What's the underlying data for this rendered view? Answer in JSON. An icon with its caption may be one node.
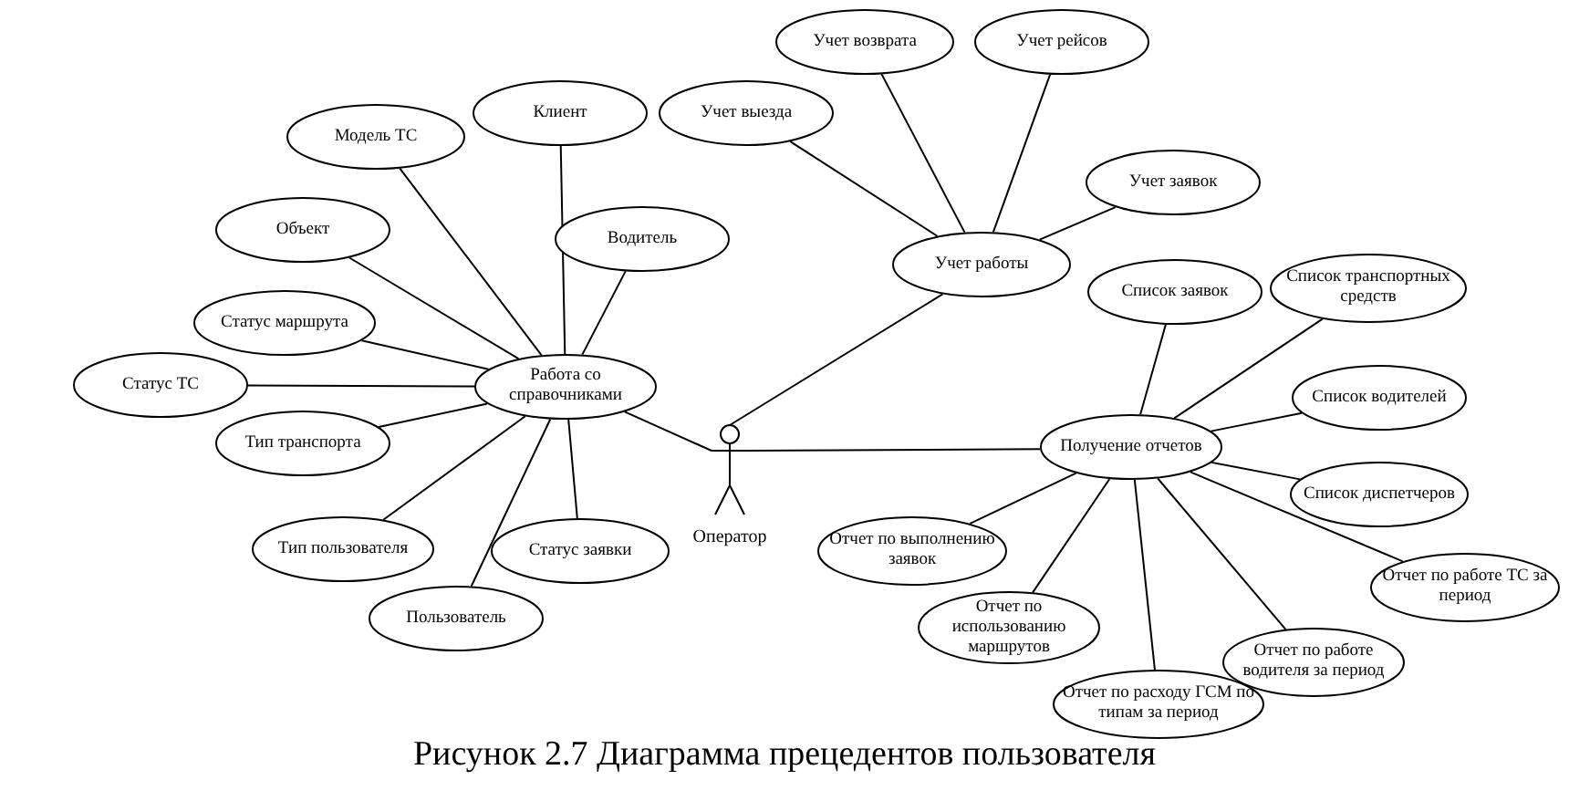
{
  "diagram": {
    "caption": "Рисунок 2.7 Диаграмма прецедентов пользователя",
    "nodes": [
      {
        "text": [
          "Оператор"
        ]
      },
      {
        "text": [
          "Работа со справочниками"
        ]
      },
      {
        "text": [
          "Модель ТС"
        ]
      },
      {
        "text": [
          "Клиент"
        ]
      },
      {
        "text": [
          "Объект"
        ]
      },
      {
        "text": [
          "Водитель"
        ]
      },
      {
        "text": [
          "Статус маршрута"
        ]
      },
      {
        "text": [
          "Статус ТС"
        ]
      },
      {
        "text": [
          "Тип транспорта"
        ]
      },
      {
        "text": [
          "Тип пользователя"
        ]
      },
      {
        "text": [
          "Статус заявки"
        ]
      },
      {
        "text": [
          "Пользователь"
        ]
      },
      {
        "text": [
          "Учет работы"
        ]
      },
      {
        "text": [
          "Учет выезда"
        ]
      },
      {
        "text": [
          "Учет возврата"
        ]
      },
      {
        "text": [
          "Учет рейсов"
        ]
      },
      {
        "text": [
          "Учет заявок"
        ]
      },
      {
        "text": [
          "Получение отчетов"
        ]
      },
      {
        "text": [
          "Список заявок"
        ]
      },
      {
        "text": [
          "Список транспортных средств"
        ]
      },
      {
        "text": [
          "Список водителей"
        ]
      },
      {
        "text": [
          "Список диспетчеров"
        ]
      },
      {
        "text": [
          "Отчет по выполнению заявок"
        ]
      },
      {
        "text": [
          "Отчет по использованию маршрутов"
        ]
      },
      {
        "text": [
          "Отчет по расходу ГСМ по типам за период"
        ]
      },
      {
        "text": [
          "Отчет по работе водителя за период"
        ]
      },
      {
        "text": [
          "Отчет по работе ТС за период"
        ]
      }
    ],
    "edges": [
      {
        "from": 0,
        "to": 1,
        "arrow": "none"
      },
      {
        "from": 0,
        "to": 12,
        "arrow": "none"
      },
      {
        "from": 0,
        "to": 17,
        "arrow": "none"
      },
      {
        "from": 1,
        "to": 2,
        "arrow": "none"
      },
      {
        "from": 1,
        "to": 3,
        "arrow": "none"
      },
      {
        "from": 1,
        "to": 4,
        "arrow": "none"
      },
      {
        "from": 1,
        "to": 5,
        "arrow": "none"
      },
      {
        "from": 1,
        "to": 6,
        "arrow": "none"
      },
      {
        "from": 1,
        "to": 7,
        "arrow": "none"
      },
      {
        "from": 1,
        "to": 8,
        "arrow": "none"
      },
      {
        "from": 1,
        "to": 9,
        "arrow": "none"
      },
      {
        "from": 1,
        "to": 10,
        "arrow": "none"
      },
      {
        "from": 1,
        "to": 11,
        "arrow": "none"
      },
      {
        "from": 12,
        "to": 13,
        "arrow": "none"
      },
      {
        "from": 12,
        "to": 14,
        "arrow": "none"
      },
      {
        "from": 12,
        "to": 15,
        "arrow": "none"
      },
      {
        "from": 12,
        "to": 16,
        "arrow": "none"
      },
      {
        "from": 17,
        "to": 18,
        "arrow": "none"
      },
      {
        "from": 17,
        "to": 19,
        "arrow": "none"
      },
      {
        "from": 17,
        "to": 20,
        "arrow": "none"
      },
      {
        "from": 17,
        "to": 21,
        "arrow": "none"
      },
      {
        "from": 17,
        "to": 22,
        "arrow": "none"
      },
      {
        "from": 17,
        "to": 23,
        "arrow": "none"
      },
      {
        "from": 17,
        "to": 24,
        "arrow": "none"
      },
      {
        "from": 17,
        "to": 25,
        "arrow": "none"
      },
      {
        "from": 17,
        "to": 26,
        "arrow": "none"
      }
    ]
  }
}
